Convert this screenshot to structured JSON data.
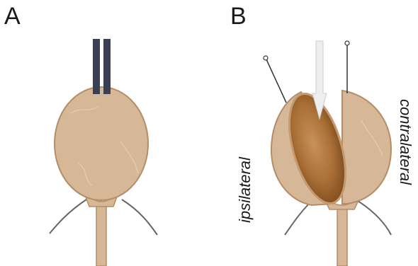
{
  "panels": {
    "a_label": "A",
    "b_label": "B"
  },
  "labels": {
    "ipsilateral": "ipsilateral",
    "contralateral": "contralateral"
  },
  "colors": {
    "tissue": "#d6b898",
    "tissue_outline": "#b48d66",
    "cut_surface_dark": "#8c5a28",
    "cut_surface_light": "#c08a4c",
    "clamp": "#3a3f52",
    "needle": "#e6e6e6",
    "nerve": "#666666"
  }
}
